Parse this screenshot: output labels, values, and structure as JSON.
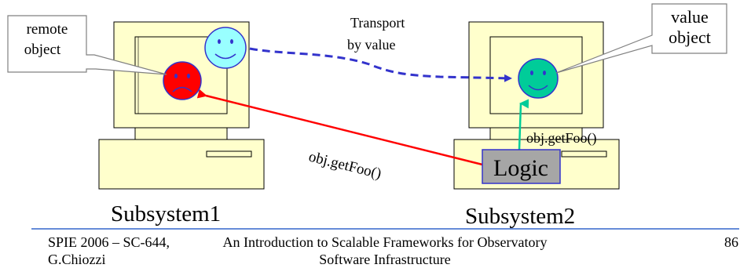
{
  "labels": {
    "remote_object_line1": "remote",
    "remote_object_line2": "object",
    "value_object_line1": "value",
    "value_object_line2": "object",
    "transport_line1": "Transport",
    "transport_line2": "by value",
    "call_remote": "obj.getFoo()",
    "call_local": "obj.getFoo()",
    "logic": "Logic",
    "subsystem1": "Subsystem1",
    "subsystem2": "Subsystem2"
  },
  "footer": {
    "left_line1": "SPIE 2006 – SC-644,",
    "left_line2": "G.Chiozzi",
    "center_line1": "An Introduction to Scalable Frameworks for Observatory",
    "center_line2": "Software Infrastructure",
    "page_number": "86"
  },
  "colors": {
    "computer_fill": "#ffffcc",
    "remote_face": "#ff0000",
    "transported_face": "#99ffff",
    "value_face": "#00cc99",
    "logic_box": "#a6a6a6",
    "remote_call_arrow": "#ff0000",
    "local_call_arrow": "#00cc99",
    "transport_arrow": "#3333cc",
    "footer_rule": "#3366cc"
  }
}
